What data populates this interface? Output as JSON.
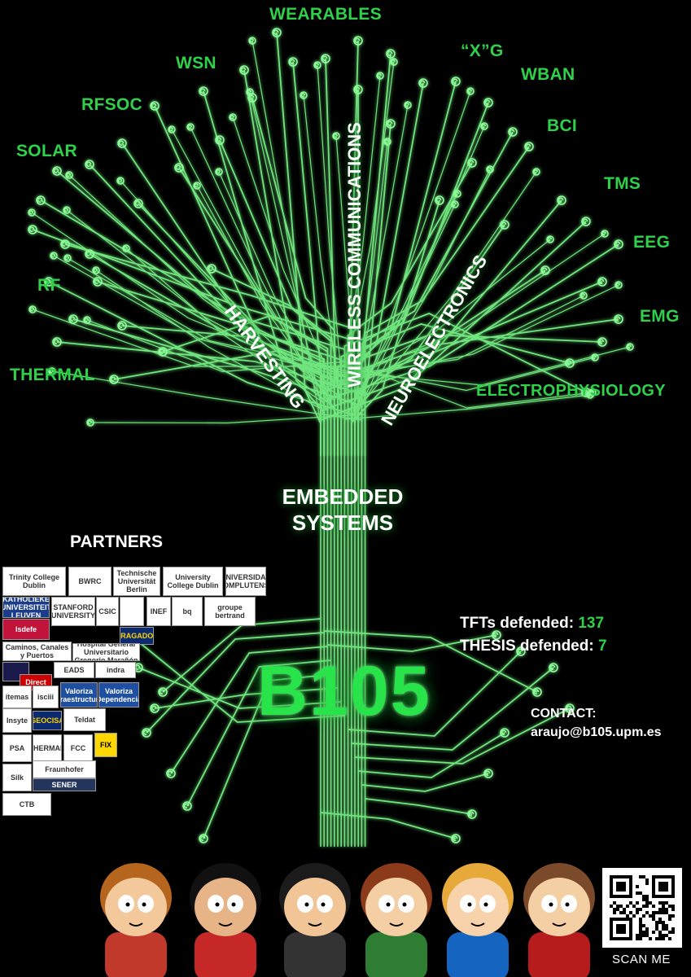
{
  "labels": {
    "wearables": "WEARABLES",
    "wsn": "WSN",
    "xg": "“X”G",
    "wban": "WBAN",
    "rfsoc": "RFSOC",
    "bci": "BCI",
    "solar": "SOLAR",
    "tms": "TMS",
    "eeg": "EEG",
    "rf": "RF",
    "emg": "EMG",
    "thermal": "THERMAL",
    "electrophysiology": "ELECTROPHYSIOLOGY"
  },
  "branches": {
    "harvesting": "HARVESTING",
    "wireless": "WIRELESS COMMUNICATIONS",
    "neuro": "NEUROELECTRONICS"
  },
  "embedded": [
    "EMBEDDED",
    "SYSTEMS"
  ],
  "lab_name": "B105",
  "partners_title": "PARTNERS",
  "stats": {
    "tfts_label": "TFTs defended:",
    "tfts_value": "137",
    "thesis_label": "THESIS defended:",
    "thesis_value": "7"
  },
  "contact": {
    "label": "CONTACT:",
    "email": "araujo@b105.upm.es"
  },
  "scan_me": "SCAN ME",
  "partner_logos": [
    {
      "id": "trinity",
      "text": "Trinity College Dublin"
    },
    {
      "id": "bwrc",
      "text": "BWRC"
    },
    {
      "id": "tu-berlin",
      "text": "Technische Universität Berlin"
    },
    {
      "id": "ucd",
      "text": "University College Dublin"
    },
    {
      "id": "complutense",
      "text": "UNIVERSIDAD COMPLUTENSE"
    },
    {
      "id": "leuven",
      "text": "KATHOLIEKE UNIVERSITEIT LEUVEN"
    },
    {
      "id": "stanford",
      "text": "STANFORD UNIVERSITY"
    },
    {
      "id": "csic",
      "text": "CSIC"
    },
    {
      "id": "crest",
      "text": ""
    },
    {
      "id": "inef",
      "text": "INEF"
    },
    {
      "id": "bq",
      "text": "bq"
    },
    {
      "id": "bertrand",
      "text": "groupe bertrand"
    },
    {
      "id": "isdefe",
      "text": "Isdefe"
    },
    {
      "id": "dragados",
      "text": "DRAGADOS"
    },
    {
      "id": "caminos",
      "text": "Caminos, Canales y Puertos"
    },
    {
      "id": "maranon",
      "text": "Hospital General Universitario Gregorio Marañón"
    },
    {
      "id": "police",
      "text": ""
    },
    {
      "id": "eads",
      "text": "EADS"
    },
    {
      "id": "indra",
      "text": "indra"
    },
    {
      "id": "direct",
      "text": "Direct"
    },
    {
      "id": "itemas",
      "text": "itemas"
    },
    {
      "id": "isciii",
      "text": "isciii"
    },
    {
      "id": "valoriza-inf",
      "text": "Valoriza infraestructuras"
    },
    {
      "id": "valoriza-dep",
      "text": "Valoriza Dependencia"
    },
    {
      "id": "insyte",
      "text": "Insyte"
    },
    {
      "id": "geocisa",
      "text": "GEOCISA"
    },
    {
      "id": "teldat",
      "text": "Teldat"
    },
    {
      "id": "psa",
      "text": "PSA"
    },
    {
      "id": "therman",
      "text": "THERMAN"
    },
    {
      "id": "fcc",
      "text": "FCC"
    },
    {
      "id": "fix",
      "text": "FIX"
    },
    {
      "id": "silk",
      "text": "Silk"
    },
    {
      "id": "fraunhofer",
      "text": "Fraunhofer"
    },
    {
      "id": "sener",
      "text": "SENER"
    },
    {
      "id": "ctb",
      "text": "CTB"
    }
  ]
}
